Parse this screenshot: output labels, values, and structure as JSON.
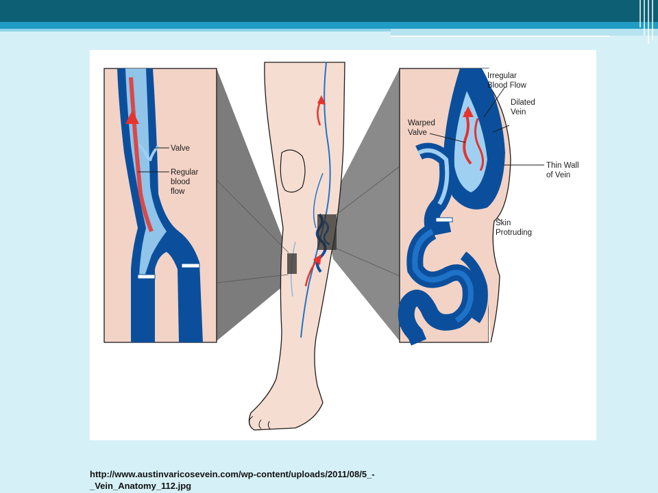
{
  "diagram": {
    "left_panel": {
      "labels": [
        "Valve",
        "Regular",
        "blood",
        "flow"
      ]
    },
    "right_panel": {
      "labels": [
        "Irregular",
        "Blood Flow",
        "Dilated",
        "Vein",
        "Warped",
        "Valve",
        "Thin Wall",
        "of Vein",
        "Skin",
        "Protruding"
      ]
    },
    "colors": {
      "vein_dark": "#0b4f9c",
      "vein_mid": "#1e73c8",
      "vein_light": "#9fd0f2",
      "skin": "#f3d3c6",
      "blood_arrow": "#e8322b",
      "zoom_shade": "#8a8a8a"
    }
  },
  "caption": {
    "line1": "http://www.austinvaricosevein.com/wp-content/uploads/2011/08/5_-",
    "line2": "_Vein_Anatomy_112.jpg"
  }
}
